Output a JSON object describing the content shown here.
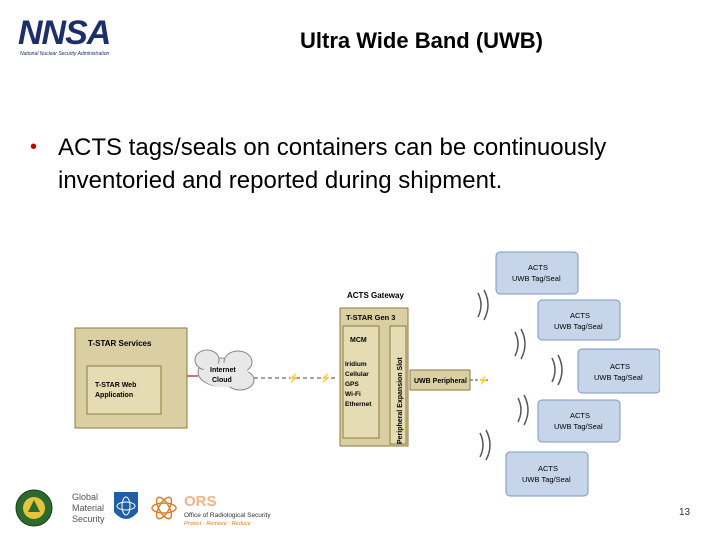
{
  "header": {
    "logo_word": "NNSA",
    "logo_subtitle": "National Nuclear Security Administration",
    "title": "Ultra Wide Band (UWB)"
  },
  "bullet": {
    "text": "ACTS tags/seals on containers can be continuously inventoried and reported during shipment."
  },
  "diagram": {
    "tstar_services": "T-STAR Services",
    "tstar_web_line1": "T-STAR Web",
    "tstar_web_line2": "Application",
    "internet_line1": "Internet",
    "internet_line2": "Cloud",
    "gateway_title": "ACTS Gateway",
    "gen3": "T-STAR Gen 3",
    "mcm": "MCM",
    "comms": [
      "Iridium",
      "Cellular",
      "GPS",
      "Wi-Fi",
      "Ethernet"
    ],
    "expansion_slot": "Peripheral Expansion Slot",
    "uwb_peripheral": "UWB Peripheral",
    "tags": [
      {
        "line1": "ACTS",
        "line2": "UWB Tag/Seal"
      },
      {
        "line1": "ACTS",
        "line2": "UWB Tag/Seal"
      },
      {
        "line1": "ACTS",
        "line2": "UWB Tag/Seal"
      },
      {
        "line1": "ACTS",
        "line2": "UWB Tag/Seal"
      },
      {
        "line1": "ACTS",
        "line2": "UWB Tag/Seal"
      }
    ]
  },
  "footer": {
    "gms_line1": "Global",
    "gms_line2": "Material",
    "gms_line3": "Security",
    "ors_word": "ORS",
    "ors_line1": "Office of Radiological Security",
    "ors_line2": "Protect · Remove · Reduce",
    "page_number": "13"
  },
  "colors": {
    "bullet": "#c00000",
    "box_fill": "#d9cfa3",
    "box_border": "#8c7b40",
    "tag_fill": "#c6d5ea",
    "nnsa_blue": "#1c2f6b"
  }
}
